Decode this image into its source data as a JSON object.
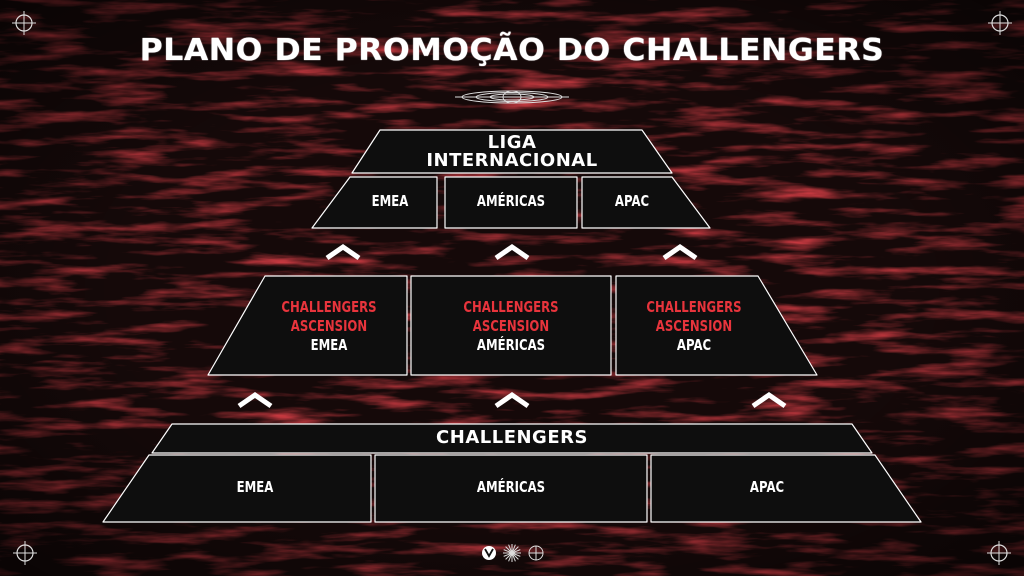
{
  "title": "PLANO DE PROMOÇÃO DO CHALLENGERS",
  "tiers": {
    "top": {
      "header": [
        "LIGA",
        "INTERNACIONAL"
      ],
      "regions": [
        "EMEA",
        "AMÉRICAS",
        "APAC"
      ]
    },
    "middle": {
      "line1": "CHALLENGERS",
      "line2": "ASCENSION",
      "regions": [
        "EMEA",
        "AMÉRICAS",
        "APAC"
      ]
    },
    "bottom": {
      "header": "CHALLENGERS",
      "regions": [
        "EMEA",
        "AMÉRICAS",
        "APAC"
      ]
    }
  },
  "colors": {
    "background": "#140808",
    "box_fill": "#0e0e0e",
    "box_stroke": "#ffffff",
    "accent_red": "#e8343c",
    "text": "#ffffff"
  },
  "icons": [
    "crosshair-icon",
    "chevron-up-icon",
    "ellipse-ornament-icon",
    "vct-logo-icon",
    "sunburst-logo-icon",
    "globe-logo-icon"
  ]
}
